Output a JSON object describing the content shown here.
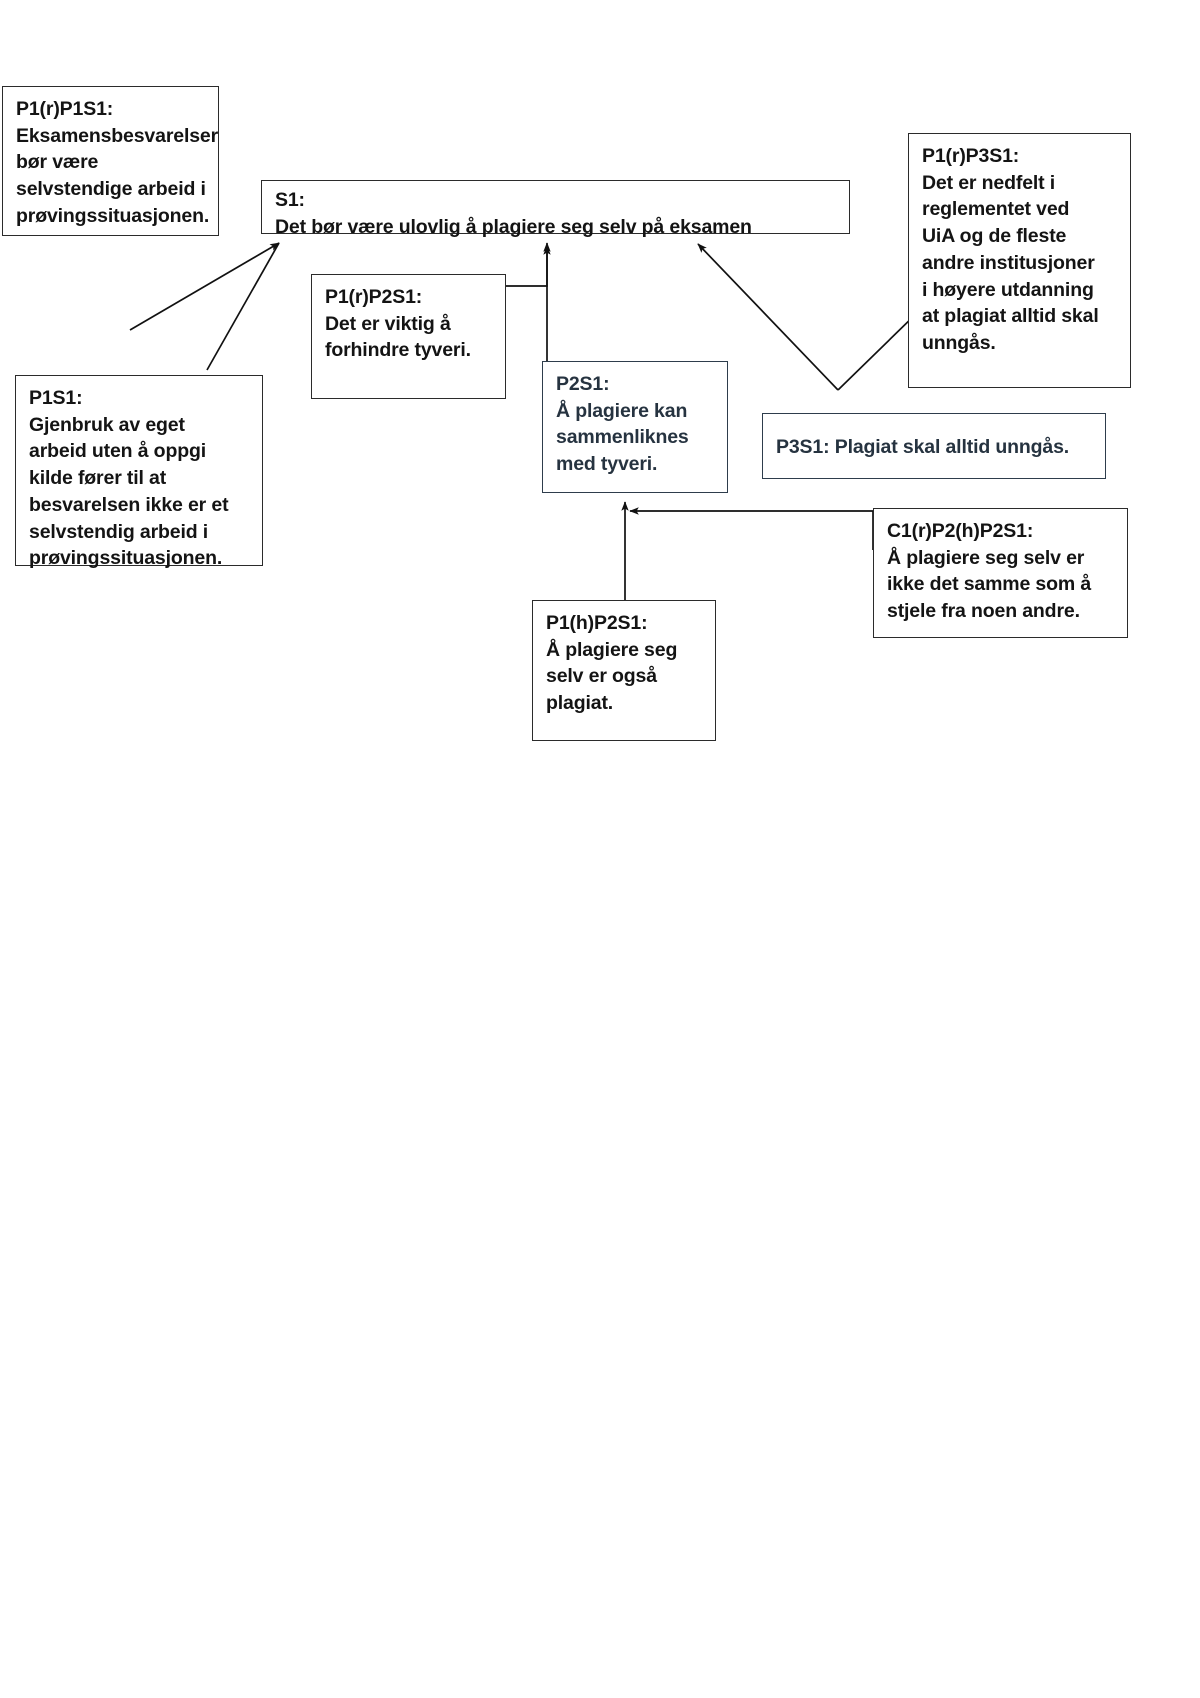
{
  "diagram": {
    "title": "Argumentasjonskart: Plagiering av eget arbeid",
    "language": "no",
    "type": "argument-map",
    "background_color": "#ffffff",
    "default_border_color": "#2b2b2b",
    "accent_border_color": "#2e3d4c",
    "text_color": "#141414"
  },
  "nodes": [
    {
      "id": "P1(r)P1S1",
      "tag": "P1(r)P1S1:",
      "text": "Eksamensbesvarelser bør være selvstendige arbeid i prøvingssituasjonen.",
      "full": "P1(r)P1S1:\nEksamensbesvarelser\nbør være\nselvstendige arbeid i\nprøvingssituasjonen.",
      "role": "premise"
    },
    {
      "id": "S1",
      "tag": "S1:",
      "text": "Det bør være ulovlig å plagiere seg selv på eksamen",
      "full": "S1:\nDet bør være ulovlig å plagiere seg selv på eksamen",
      "role": "conclusion"
    },
    {
      "id": "P1(r)P3S1",
      "tag": "P1(r)P3S1:",
      "text": "Det er nedfelt i reglementet ved UiA og de fleste andre institusjoner i høyere utdanning at plagiat alltid skal unngås.",
      "full": "P1(r)P3S1:\nDet er nedfelt i\nreglementet ved\nUiA og de fleste\nandre institusjoner\ni høyere utdanning\nat plagiat alltid skal\nunngås.",
      "role": "premise"
    },
    {
      "id": "P1(r)P2S1",
      "tag": "P1(r)P2S1:",
      "text": "Det er viktig å forhindre tyveri.",
      "full": "P1(r)P2S1:\nDet er viktig å\nforhindre tyveri.",
      "role": "premise"
    },
    {
      "id": "P1S1",
      "tag": "P1S1:",
      "text": "Gjenbruk av eget arbeid uten å oppgi kilde fører til at besvarelsen ikke er et selvstendig arbeid i prøvingssituasjonen.",
      "full": "P1S1:\nGjenbruk av eget\narbeid uten å oppgi\nkilde fører til at\nbesvarelsen ikke er et\nselvstendig arbeid i\nprøvingssituasjonen.",
      "role": "premise"
    },
    {
      "id": "P2S1",
      "tag": "P2S1:",
      "text": "Å plagiere kan sammenliknes med tyveri.",
      "full": "P2S1:\nÅ plagiere kan\nsammenliknes\nmed tyveri.",
      "role": "premise"
    },
    {
      "id": "P3S1",
      "tag": "P3S1:",
      "text": "Plagiat skal alltid unngås.",
      "full": "P3S1: Plagiat skal alltid unngås.",
      "role": "premise"
    },
    {
      "id": "C1(r)P2(h)P2S1",
      "tag": "C1(r)P2(h)P2S1:",
      "text": "Å plagiere seg selv er ikke det samme som å stjele fra noen andre.",
      "full": "C1(r)P2(h)P2S1:\nÅ plagiere seg selv er\nikke det samme som å\nstjele fra noen andre.",
      "role": "counter"
    },
    {
      "id": "P1(h)P2S1",
      "tag": "P1(h)P2S1:",
      "text": "Å plagiere seg selv er også plagiat.",
      "full": "P1(h)P2S1:\nÅ plagiere seg\nselv er også\nplagiat.",
      "role": "premise"
    }
  ],
  "edges": [
    {
      "from": "P1(r)P1S1",
      "to": "S1",
      "style": "arrow",
      "shape": "diagonal"
    },
    {
      "from": "P1S1",
      "to": "S1",
      "style": "arrow",
      "shape": "diagonal"
    },
    {
      "from": "P1(r)P2S1",
      "to": "S1",
      "style": "arrow",
      "shape": "elbow"
    },
    {
      "from": "P2S1",
      "to": "S1",
      "style": "arrow",
      "shape": "vertical"
    },
    {
      "from": "P1(r)P3S1",
      "to": "S1",
      "style": "arrow",
      "shape": "diagonal"
    },
    {
      "from": "P3S1",
      "to": "P1(r)P3S1",
      "style": "arrow",
      "shape": "diagonal"
    },
    {
      "from": "P1(h)P2S1",
      "to": "P2S1",
      "style": "arrow",
      "shape": "vertical"
    },
    {
      "from": "C1(r)P2(h)P2S1",
      "to": "P1(h)P2S1",
      "style": "arrow",
      "shape": "horizontal"
    }
  ]
}
